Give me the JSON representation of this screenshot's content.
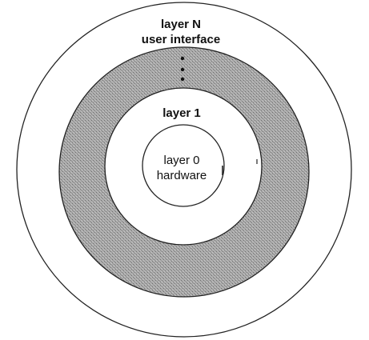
{
  "layers": {
    "outer": {
      "line1": "layer N",
      "line2": "user interface"
    },
    "middle": {
      "label": "layer 1"
    },
    "inner": {
      "line1": "layer 0",
      "line2": "hardware"
    }
  },
  "colors": {
    "stroke": "#222222",
    "ring_fill": "#9a9a9a",
    "background": "#ffffff",
    "text": "#111111"
  }
}
